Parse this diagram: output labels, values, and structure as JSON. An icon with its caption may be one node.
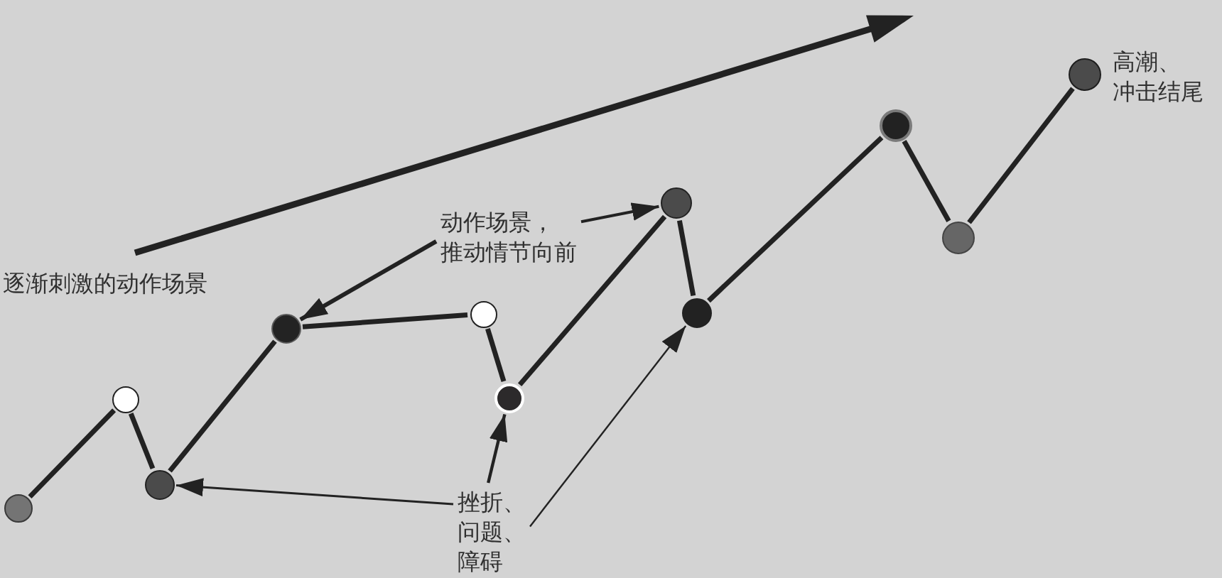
{
  "diagram": {
    "nodes": [
      {
        "text": [],
        "shape": "circle"
      },
      {
        "text": [],
        "shape": "circle"
      },
      {
        "text": [],
        "shape": "circle"
      },
      {
        "text": [],
        "shape": "circle"
      },
      {
        "text": [],
        "shape": "circle"
      },
      {
        "text": [],
        "shape": "circle"
      },
      {
        "text": [],
        "shape": "circle"
      },
      {
        "text": [],
        "shape": "circle"
      },
      {
        "text": [],
        "shape": "circle"
      },
      {
        "text": [],
        "shape": "circle"
      },
      {
        "text": [],
        "shape": "circle",
        "beside": [
          "高潮、冲击结尾"
        ]
      },
      {
        "text": [
          "动作场景，推动情节向前"
        ]
      },
      {
        "text": [
          "挫折、问题、障碍"
        ]
      }
    ],
    "edges": [
      {
        "from": 0,
        "to": 1,
        "arrow": "none"
      },
      {
        "from": 1,
        "to": 2,
        "arrow": "none"
      },
      {
        "from": 2,
        "to": 3,
        "arrow": "none"
      },
      {
        "from": 3,
        "to": 4,
        "arrow": "none"
      },
      {
        "from": 4,
        "to": 5,
        "arrow": "none"
      },
      {
        "from": 5,
        "to": 6,
        "arrow": "none"
      },
      {
        "from": 6,
        "to": 7,
        "arrow": "none"
      },
      {
        "from": 7,
        "to": 8,
        "arrow": "none"
      },
      {
        "from": 8,
        "to": 9,
        "arrow": "none"
      },
      {
        "from": 9,
        "to": 10,
        "arrow": "none"
      },
      {
        "from": 11,
        "to": 3,
        "arrow": "to"
      },
      {
        "from": 11,
        "to": 6,
        "arrow": "to"
      },
      {
        "from": 12,
        "to": 2,
        "arrow": "to"
      },
      {
        "from": 12,
        "to": 5,
        "arrow": "to"
      },
      {
        "from": 12,
        "to": 7,
        "arrow": "to"
      }
    ],
    "labels": [
      "逐渐刺激的动作场景"
    ]
  }
}
